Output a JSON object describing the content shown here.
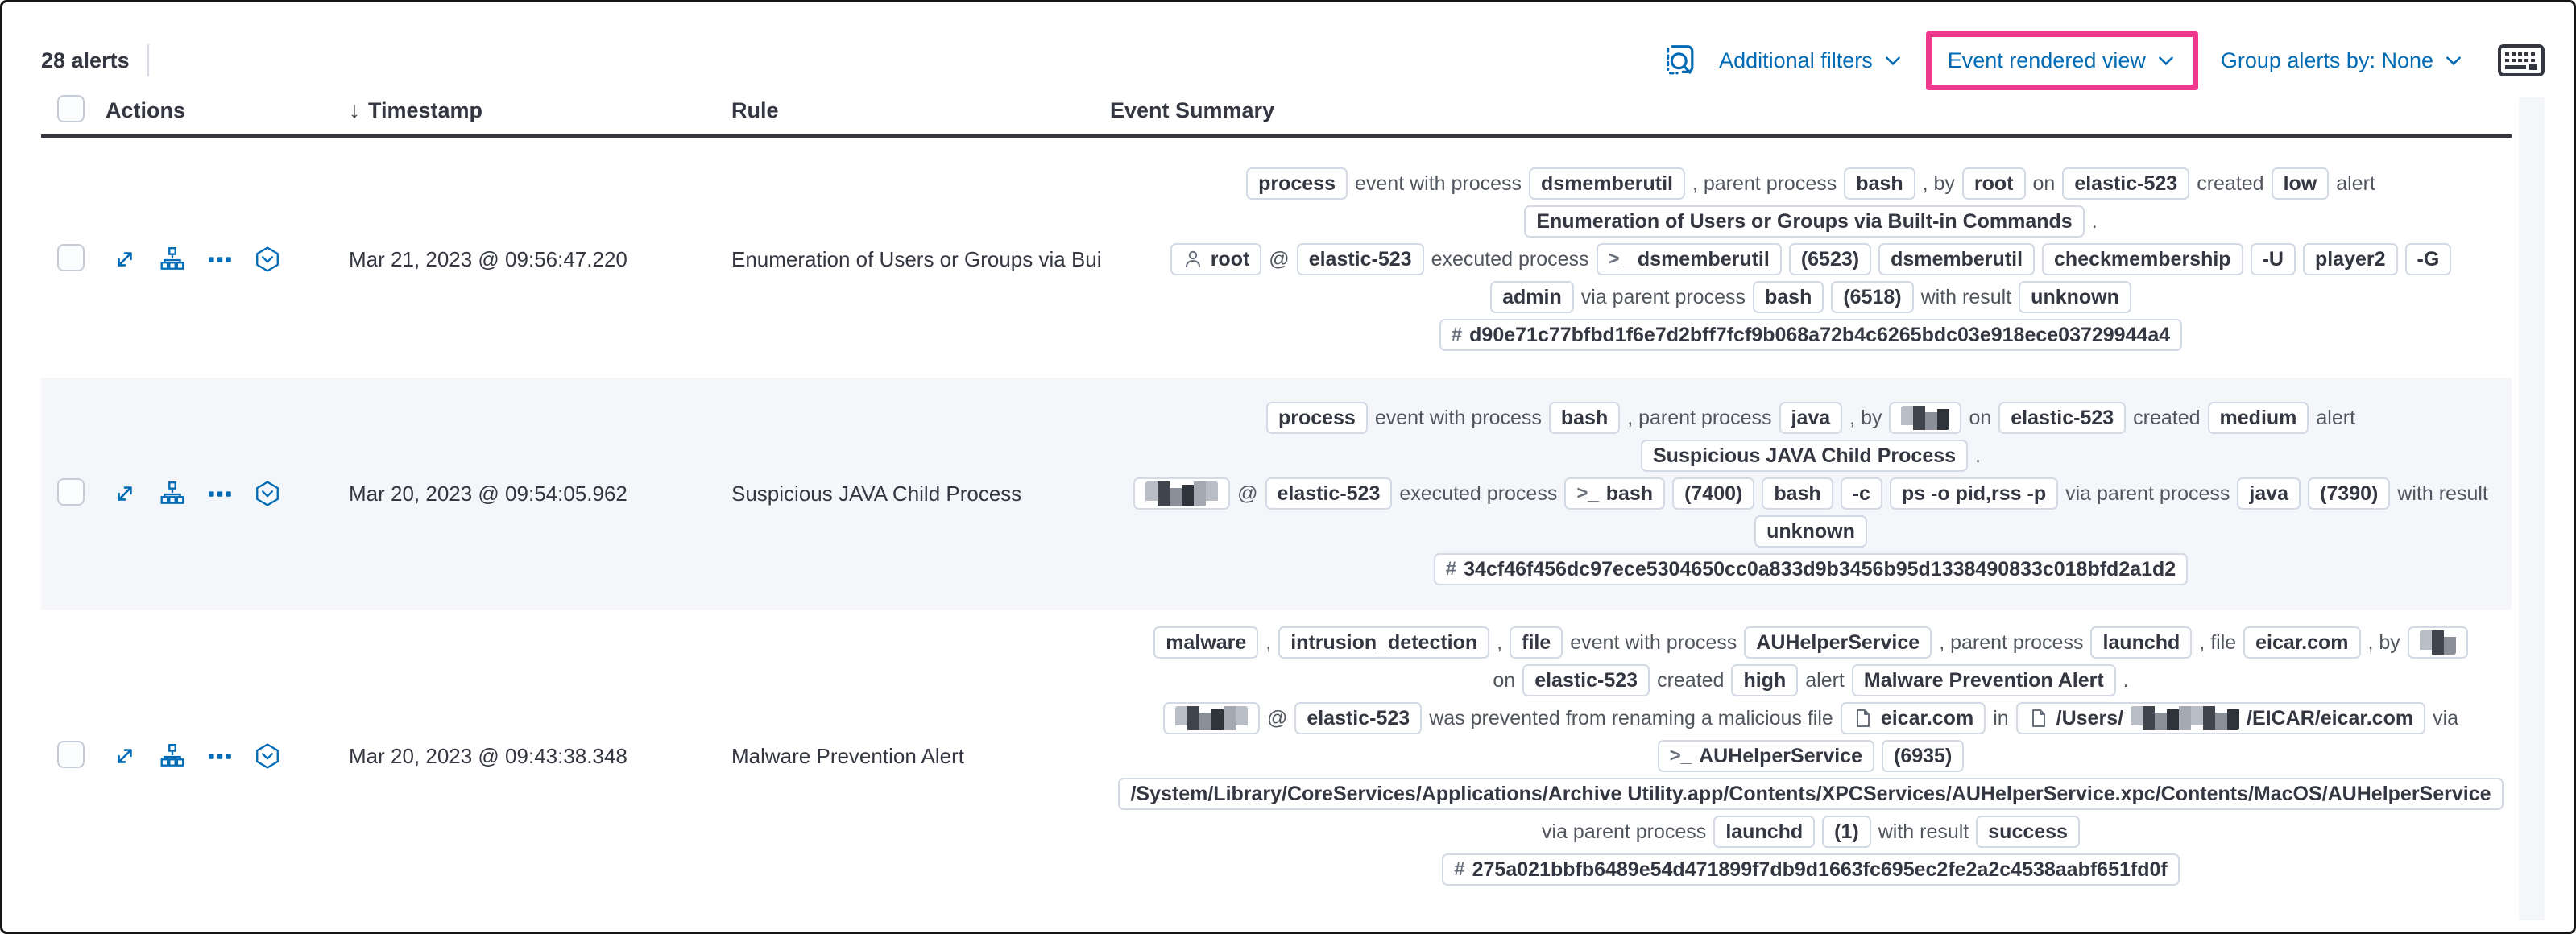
{
  "toolbar": {
    "alert_count": "28 alerts",
    "additional_filters_label": "Additional filters",
    "view_selector_label": "Event rendered view",
    "group_by_label": "Group alerts by: None",
    "icons": {
      "left_icon": "inspect-icon",
      "right_icon": "keyboard-shortcuts-icon"
    }
  },
  "colors": {
    "accent_blue": "#006bb4",
    "highlight_pink": "#ee3a8e",
    "row_stripe": "#f4f6fa",
    "text_dark": "#343741",
    "badge_border": "#d3dae6",
    "header_underline": "#343741"
  },
  "table": {
    "columns": {
      "actions": "Actions",
      "timestamp": "Timestamp",
      "rule": "Rule",
      "summary": "Event Summary"
    },
    "action_icons": [
      "expand-alert-icon",
      "analyze-event-icon",
      "more-actions-icon",
      "session-view-icon"
    ],
    "rows": [
      {
        "striped": false,
        "timestamp": "Mar 21, 2023 @ 09:56:47.220",
        "rule": "Enumeration of Users or Groups via Bui",
        "summary_lines": [
          [
            {
              "k": "badge",
              "v": "process"
            },
            {
              "k": "text",
              "v": "event with process"
            },
            {
              "k": "badge",
              "v": "dsmemberutil"
            },
            {
              "k": "text",
              "v": ", parent process"
            },
            {
              "k": "badge",
              "v": "bash"
            },
            {
              "k": "text",
              "v": ", by"
            },
            {
              "k": "badge",
              "v": "root"
            },
            {
              "k": "text",
              "v": "on"
            },
            {
              "k": "badge",
              "v": "elastic-523"
            },
            {
              "k": "text",
              "v": "created"
            },
            {
              "k": "badge",
              "v": "low"
            },
            {
              "k": "text",
              "v": "alert"
            }
          ],
          [
            {
              "k": "badge",
              "v": "Enumeration of Users or Groups via Built-in Commands"
            },
            {
              "k": "text",
              "v": "."
            }
          ],
          [
            {
              "k": "badge",
              "v": "root",
              "icon": "user-icon"
            },
            {
              "k": "text",
              "v": "@"
            },
            {
              "k": "badge",
              "v": "elastic-523"
            },
            {
              "k": "text",
              "v": "executed process"
            },
            {
              "k": "badge",
              "v": "dsmemberutil",
              "icon": "terminal-icon"
            },
            {
              "k": "badge",
              "v": "(6523)"
            },
            {
              "k": "badge",
              "v": "dsmemberutil"
            },
            {
              "k": "badge",
              "v": "checkmembership"
            },
            {
              "k": "badge",
              "v": "-U"
            },
            {
              "k": "badge",
              "v": "player2"
            },
            {
              "k": "badge",
              "v": "-G"
            }
          ],
          [
            {
              "k": "badge",
              "v": "admin"
            },
            {
              "k": "text",
              "v": "via parent process"
            },
            {
              "k": "badge",
              "v": "bash"
            },
            {
              "k": "badge",
              "v": "(6518)"
            },
            {
              "k": "text",
              "v": "with result"
            },
            {
              "k": "badge",
              "v": "unknown"
            }
          ],
          [
            {
              "k": "badge",
              "v": "d90e71c77bfbd1f6e7d2bff7fcf9b068a72b4c6265bdc03e918ece03729944a4",
              "icon": "hash-icon"
            }
          ]
        ]
      },
      {
        "striped": true,
        "timestamp": "Mar 20, 2023 @ 09:54:05.962",
        "rule": "Suspicious JAVA Child Process",
        "summary_lines": [
          [
            {
              "k": "badge",
              "v": "process"
            },
            {
              "k": "text",
              "v": "event with process"
            },
            {
              "k": "badge",
              "v": "bash"
            },
            {
              "k": "text",
              "v": ", parent process"
            },
            {
              "k": "badge",
              "v": "java"
            },
            {
              "k": "text",
              "v": ", by"
            },
            {
              "k": "badge",
              "redact": "sm"
            },
            {
              "k": "text",
              "v": "on"
            },
            {
              "k": "badge",
              "v": "elastic-523"
            },
            {
              "k": "text",
              "v": "created"
            },
            {
              "k": "badge",
              "v": "medium"
            },
            {
              "k": "text",
              "v": "alert"
            }
          ],
          [
            {
              "k": "badge",
              "v": "Suspicious JAVA Child Process"
            },
            {
              "k": "text",
              "v": "."
            }
          ],
          [
            {
              "k": "badge",
              "redact": "md"
            },
            {
              "k": "text",
              "v": "@"
            },
            {
              "k": "badge",
              "v": "elastic-523"
            },
            {
              "k": "text",
              "v": "executed process"
            },
            {
              "k": "badge",
              "v": "bash",
              "icon": "terminal-icon"
            },
            {
              "k": "badge",
              "v": "(7400)"
            },
            {
              "k": "badge",
              "v": "bash"
            },
            {
              "k": "badge",
              "v": "-c"
            },
            {
              "k": "badge",
              "v": "ps -o pid,rss -p"
            },
            {
              "k": "text",
              "v": "via parent process"
            },
            {
              "k": "badge",
              "v": "java"
            },
            {
              "k": "badge",
              "v": "(7390)"
            },
            {
              "k": "text",
              "v": "with result"
            }
          ],
          [
            {
              "k": "badge",
              "v": "unknown"
            }
          ],
          [
            {
              "k": "badge",
              "v": "34cf46f456dc97ece5304650cc0a833d9b3456b95d1338490833c018bfd2a1d2",
              "icon": "hash-icon"
            }
          ]
        ]
      },
      {
        "striped": false,
        "timestamp": "Mar 20, 2023 @ 09:43:38.348",
        "rule": "Malware Prevention Alert",
        "summary_lines": [
          [
            {
              "k": "badge",
              "v": "malware"
            },
            {
              "k": "text",
              "v": ","
            },
            {
              "k": "badge",
              "v": "intrusion_detection"
            },
            {
              "k": "text",
              "v": ","
            },
            {
              "k": "badge",
              "v": "file"
            },
            {
              "k": "text",
              "v": "event with process"
            },
            {
              "k": "badge",
              "v": "AUHelperService"
            },
            {
              "k": "text",
              "v": ", parent process"
            },
            {
              "k": "badge",
              "v": "launchd"
            },
            {
              "k": "text",
              "v": ", file"
            },
            {
              "k": "badge",
              "v": "eicar.com"
            },
            {
              "k": "text",
              "v": ", by"
            },
            {
              "k": "badge",
              "redact": "xs"
            }
          ],
          [
            {
              "k": "text",
              "v": "on"
            },
            {
              "k": "badge",
              "v": "elastic-523"
            },
            {
              "k": "text",
              "v": "created"
            },
            {
              "k": "badge",
              "v": "high"
            },
            {
              "k": "text",
              "v": "alert"
            },
            {
              "k": "badge",
              "v": "Malware Prevention Alert"
            },
            {
              "k": "text",
              "v": "."
            }
          ],
          [
            {
              "k": "badge",
              "redact": "md"
            },
            {
              "k": "text",
              "v": "@"
            },
            {
              "k": "badge",
              "v": "elastic-523"
            },
            {
              "k": "text",
              "v": "was prevented from renaming a malicious file"
            },
            {
              "k": "badge",
              "v": "eicar.com",
              "icon": "file-icon"
            },
            {
              "k": "text",
              "v": "in"
            },
            {
              "k": "badge",
              "icon": "file-icon",
              "segs": [
                {
                  "v": "/Users/"
                },
                {
                  "redact": "lg"
                },
                {
                  "v": "/EICAR/eicar.com"
                }
              ]
            },
            {
              "k": "text",
              "v": "via"
            }
          ],
          [
            {
              "k": "badge",
              "v": "AUHelperService",
              "icon": "terminal-icon"
            },
            {
              "k": "badge",
              "v": "(6935)"
            }
          ],
          [
            {
              "k": "badge",
              "v": "/System/Library/CoreServices/Applications/Archive Utility.app/Contents/XPCServices/AUHelperService.xpc/Contents/MacOS/AUHelperService"
            }
          ],
          [
            {
              "k": "text",
              "v": "via parent process"
            },
            {
              "k": "badge",
              "v": "launchd"
            },
            {
              "k": "badge",
              "v": "(1)"
            },
            {
              "k": "text",
              "v": "with result"
            },
            {
              "k": "badge",
              "v": "success"
            }
          ],
          [
            {
              "k": "badge",
              "v": "275a021bbfb6489e54d471899f7db9d1663fc695ec2fe2a2c4538aabf651fd0f",
              "icon": "hash-icon"
            }
          ]
        ]
      }
    ]
  }
}
